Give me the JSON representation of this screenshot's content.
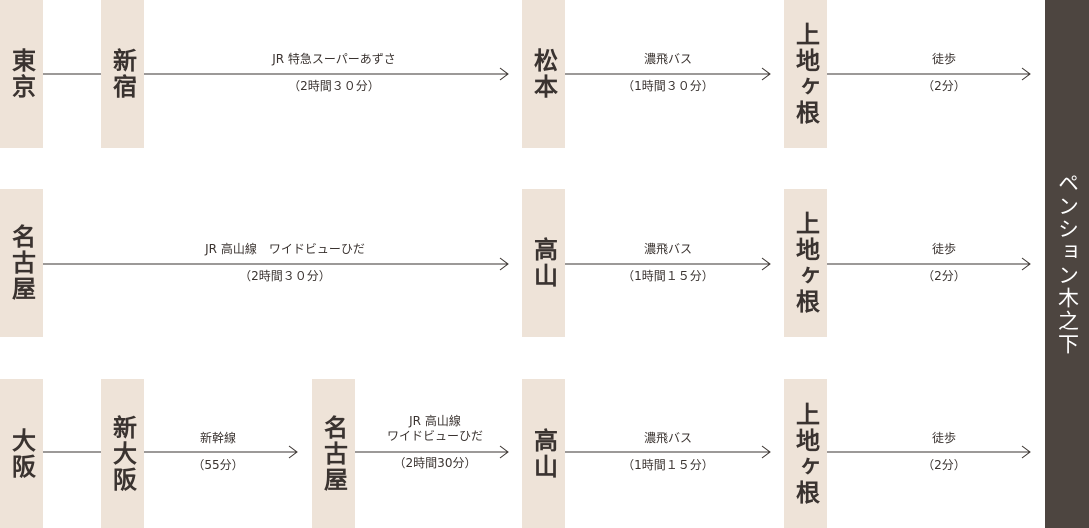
{
  "colors": {
    "station_bg": "#eee3d8",
    "destination_bg": "#4d4540",
    "line": "#3a3330",
    "text": "#3a3330"
  },
  "destination": "ペンション木之下",
  "routes": [
    {
      "stations": [
        "東京",
        "新宿",
        "松本",
        "上地ヶ根"
      ],
      "segments": [
        {
          "name": "JR 特急スーパーあずさ",
          "time": "（2時間３０分）"
        },
        {
          "name": "濃飛バス",
          "time": "（1時間３０分）"
        },
        {
          "name": "徒歩",
          "time": "（2分）"
        }
      ]
    },
    {
      "stations": [
        "名古屋",
        "高山",
        "上地ヶ根"
      ],
      "segments": [
        {
          "name": "JR 高山線　ワイドビューひだ",
          "time": "（2時間３０分）"
        },
        {
          "name": "濃飛バス",
          "time": "（1時間１５分）"
        },
        {
          "name": "徒歩",
          "time": "（2分）"
        }
      ]
    },
    {
      "stations": [
        "大阪",
        "新大阪",
        "名古屋",
        "高山",
        "上地ヶ根"
      ],
      "segments": [
        {
          "name": "新幹線",
          "time": "（55分）"
        },
        {
          "name": "JR 高山線",
          "name2": "ワイドビューひだ",
          "time": "（2時間30分）"
        },
        {
          "name": "濃飛バス",
          "time": "（1時間１５分）"
        },
        {
          "name": "徒歩",
          "time": "（2分）"
        }
      ]
    }
  ]
}
